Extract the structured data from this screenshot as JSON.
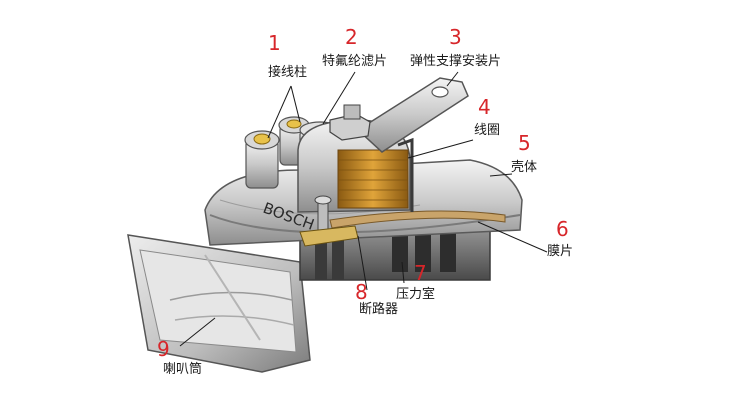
{
  "parts": [
    {
      "number": "1",
      "label": "接线柱"
    },
    {
      "number": "2",
      "label": "特氟纶滤片"
    },
    {
      "number": "3",
      "label": "弹性支撑安装片"
    },
    {
      "number": "4",
      "label": "线圈"
    },
    {
      "number": "5",
      "label": "壳体"
    },
    {
      "number": "6",
      "label": "膜片"
    },
    {
      "number": "7",
      "label": "压力室"
    },
    {
      "number": "8",
      "label": "断路器"
    },
    {
      "number": "9",
      "label": "喇叭筒"
    }
  ],
  "brand_text": "BOSCH",
  "colors": {
    "number": "#d7262a",
    "label": "#1a1a1a"
  }
}
